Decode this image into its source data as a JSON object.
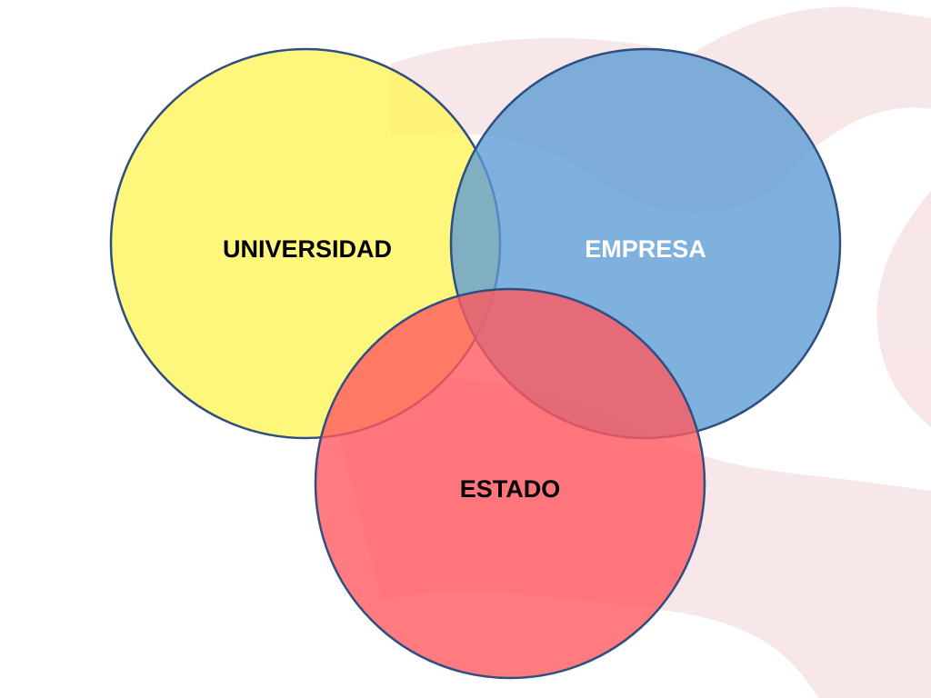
{
  "diagram": {
    "type": "venn",
    "sets": [
      {
        "key": "universidad",
        "label": "UNIVERSIDAD",
        "fill": "#FFF55F",
        "label_color": "#000000"
      },
      {
        "key": "empresa",
        "label": "EMPRESA",
        "fill": "#5B9BD5",
        "label_color": "#FFFFFF"
      },
      {
        "key": "estado",
        "label": "ESTADO",
        "fill": "#FF5A5F",
        "label_color": "#000000"
      }
    ],
    "outline_color": "#2F4E82",
    "background_color": "#FFFFFF",
    "watermark_color": "#F3D3D5"
  }
}
